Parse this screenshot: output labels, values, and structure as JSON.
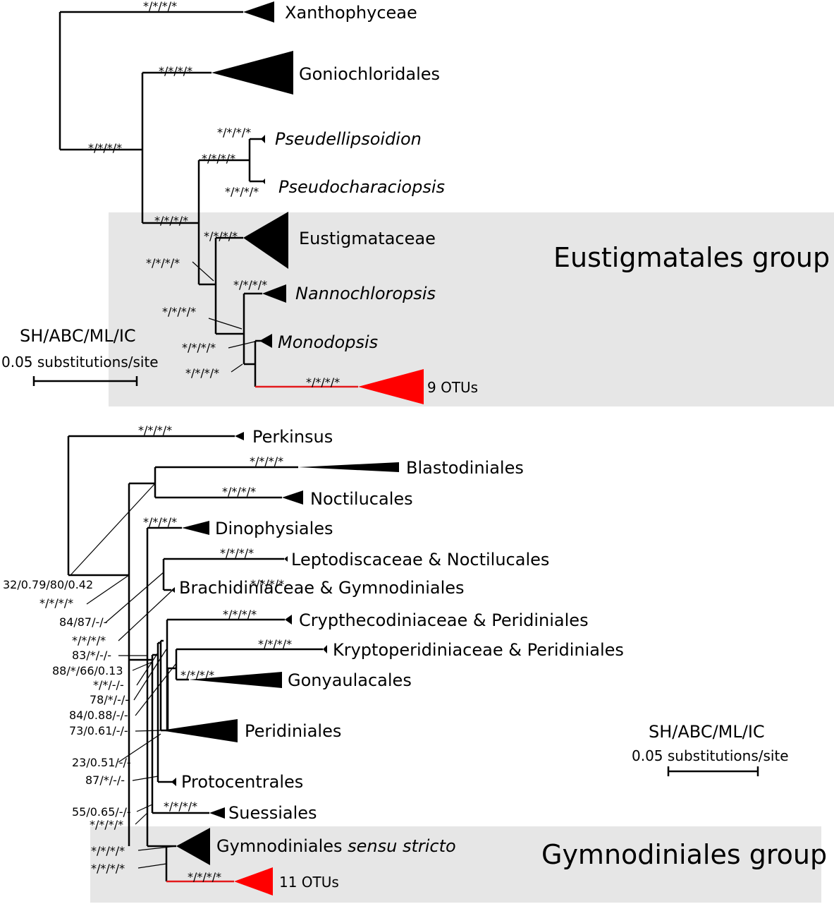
{
  "colors": {
    "branch": "#000000",
    "highlight": "#ff0000",
    "group_box": "#e6e6e6",
    "background": "#ffffff"
  },
  "panel_top": {
    "group_label": "Eustigmatales group",
    "legend": {
      "title": "SH/ABC/ML/IC",
      "scale": "0.05 substitutions/site"
    },
    "taxa": {
      "xanthophyceae": "Xanthophyceae",
      "goniochloridales": "Goniochloridales",
      "pseudellipsoidion": "Pseudellipsoidion",
      "pseudocharaciopsis": "Pseudocharaciopsis",
      "eustigmataceae": "Eustigmataceae",
      "nannochloropsis": "Nannochloropsis",
      "monodopsis": "Monodopsis",
      "otus": "9 OTUs"
    },
    "support": {
      "xanthophyceae": "*/*/*/*",
      "goniochloridales": "*/*/*/*",
      "pseudellipsoidion": "*/*/*/*",
      "pseudocharaciopsis": "*/*/*/*",
      "pseudo_clade": "*/*/*/*",
      "goni_clade": "*/*/*/*",
      "eustig_root": "*/*/*/*",
      "eustigmataceae": "*/*/*/*",
      "eustig_inner": "*/*/*/*",
      "nannochloropsis": "*/*/*/*",
      "nanno_mono": "*/*/*/*",
      "monodopsis": "*/*/*/*",
      "mono_otu": "*/*/*/*",
      "otus": "*/*/*/*"
    }
  },
  "panel_bottom": {
    "group_label": "Gymnodiniales group",
    "legend": {
      "title": "SH/ABC/ML/IC",
      "scale": "0.05 substitutions/site"
    },
    "taxa": {
      "perkinsus": "Perkinsus",
      "blastodiniales": "Blastodiniales",
      "noctilucales": "Noctilucales",
      "dinophysiales": "Dinophysiales",
      "leptodiscaceae": "Leptodiscaceae & Noctilucales",
      "brachidiniaceae": "Brachidiniaceae & Gymnodiniales",
      "crypthecodiniaceae": "Crypthecodiniaceae & Peridiniales",
      "kryptoperidiniaceae": "Kryptoperidiniaceae & Peridiniales",
      "gonyaulacales": "Gonyaulacales",
      "peridiniales": "Peridiniales",
      "protocentrales": "Protocentrales",
      "suessiales": "Suessiales",
      "gymnodiniales_main": "Gymnodiniales",
      "gymnodiniales_ital": "sensu stricto",
      "otus": "11 OTUs"
    },
    "support": {
      "perkinsus": "*/*/*/*",
      "blastodiniales": "*/*/*/*",
      "noctilucales": "*/*/*/*",
      "dinophysiales": "*/*/*/*",
      "leptodiscaceae": "*/*/*/*",
      "brachidiniaceae": "*/*/*/*",
      "crypthecodiniaceae": "*/*/*/*",
      "kryptoperidiniaceae": "*/*/*/*",
      "gonyaulacales": "*/*/*/*",
      "suessiales": "*/*/*/*",
      "otus": "*/*/*/*",
      "n1": "32/0.79/80/0.42",
      "n2": "*/*/*/*",
      "n3": "84/87/-/-",
      "n4": "*/*/*/*",
      "n5": "83/*/-/-",
      "n6": "88/*/66/0.13",
      "n7": "*/*/-/-",
      "n8": "78/*/-/-",
      "n9": "84/0.88/-/-",
      "n10": "73/0.61/-/-",
      "n11": "23/0.51/-/-",
      "n12": "87/*/-/-",
      "n13": "55/0.65/-/-",
      "n14": "*/*/*/*",
      "n15": "*/*/*/*",
      "n16": "*/*/*/*"
    }
  }
}
